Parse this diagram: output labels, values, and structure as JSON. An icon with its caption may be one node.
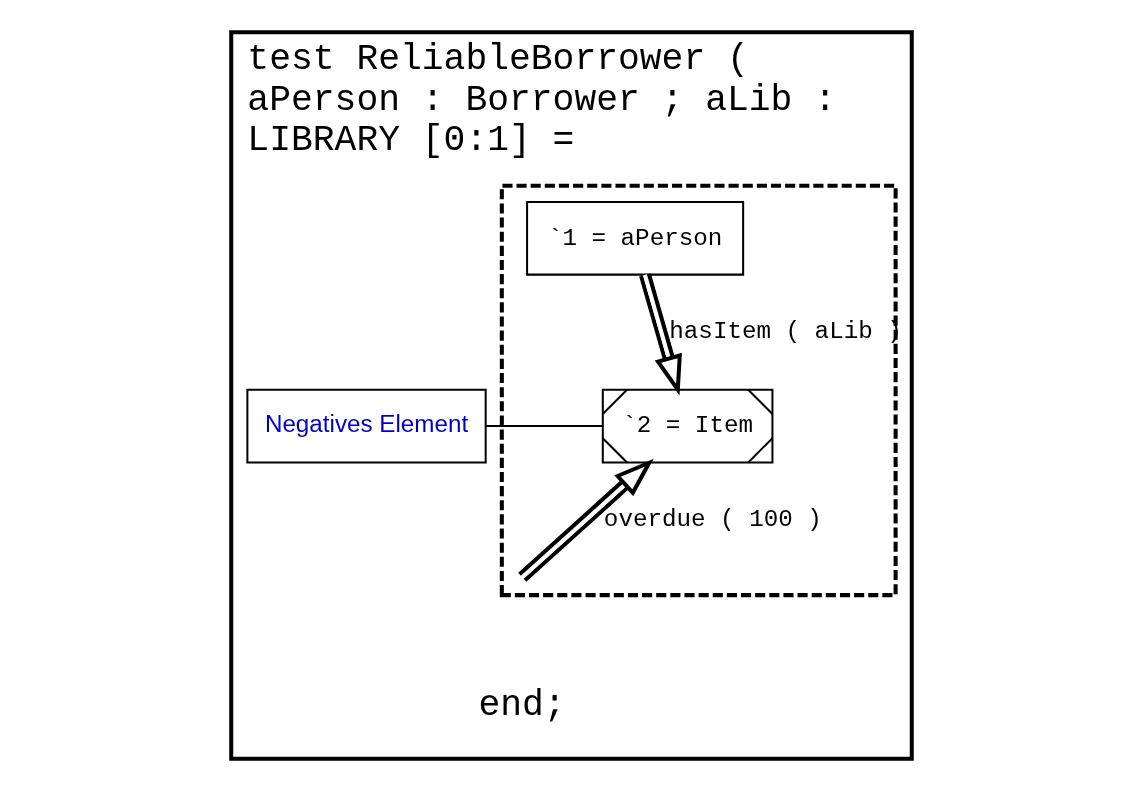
{
  "diagram": {
    "nodes": [
      {
        "text": [
          "test ReliableBorrower ( aPerson : Borrower ; aLib : LIBRARY [0:1] =",
          "end;"
        ]
      },
      {
        "text": [],
        "shape": "box",
        "in": 0
      },
      {
        "text": [
          "`1 = aPerson"
        ],
        "in": 1
      },
      {
        "text": [
          "`2 = Item"
        ],
        "in": 1
      },
      {
        "text": [
          "Negatives Element"
        ],
        "in": 0
      }
    ],
    "edges": [
      {
        "from": 2,
        "to": 3,
        "arrow": "to",
        "label": "hasItem ( aLib )"
      },
      {
        "from": null,
        "to": 3,
        "arrow": "to",
        "label": "overdue ( 100 )"
      },
      {
        "from": 4,
        "to": 3,
        "arrow": "none"
      }
    ]
  }
}
